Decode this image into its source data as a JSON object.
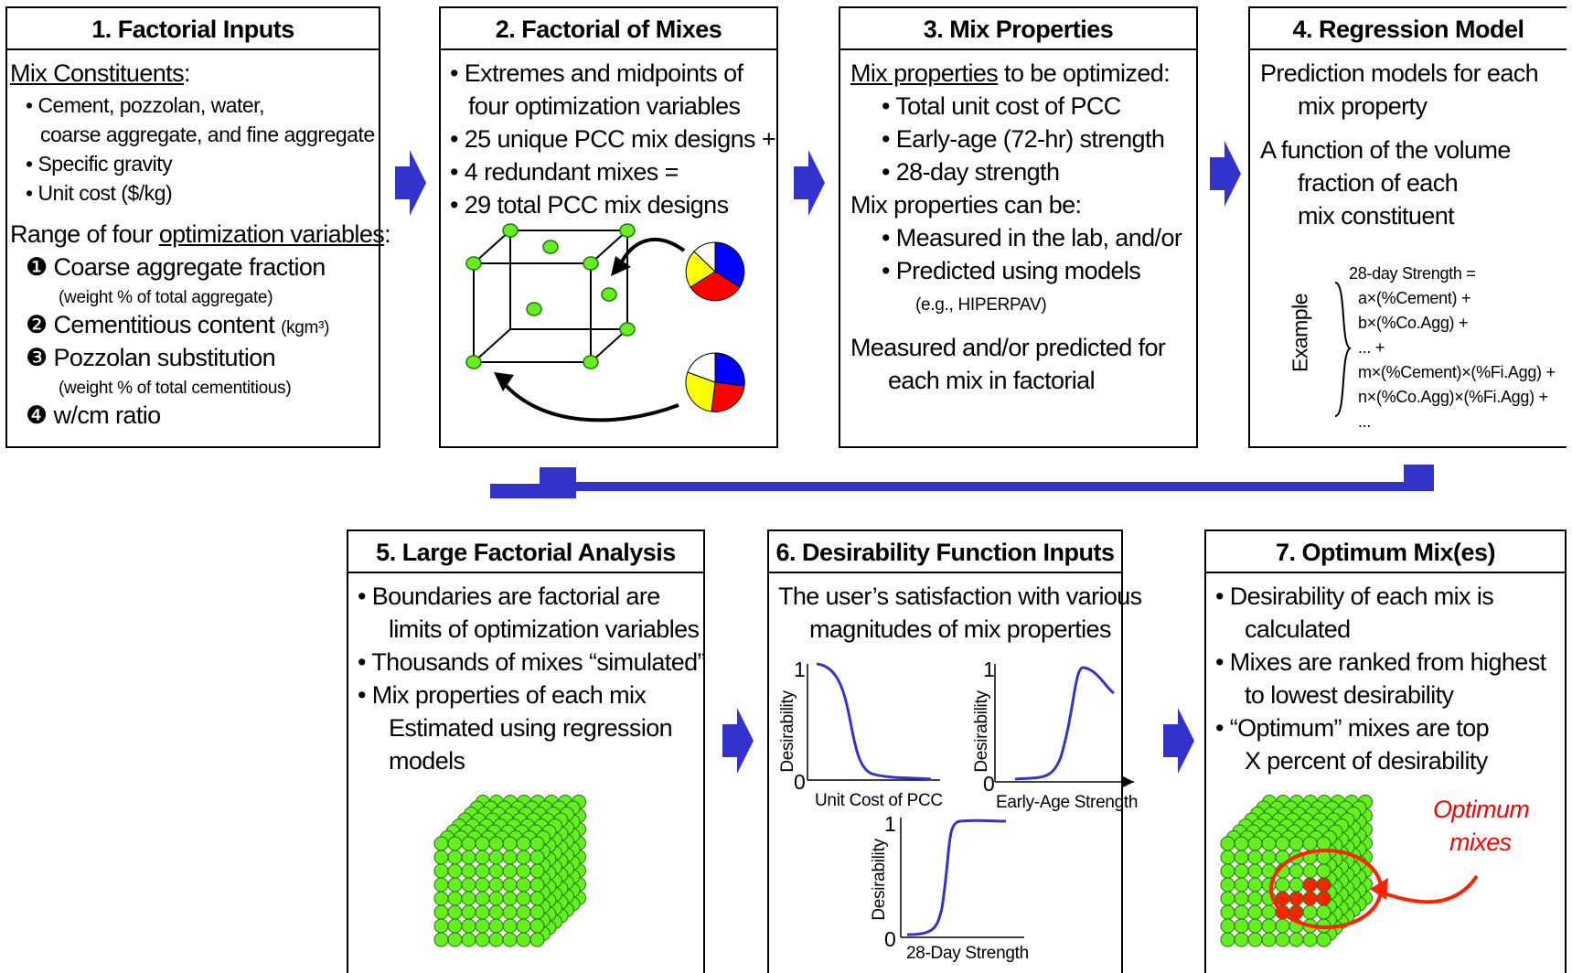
{
  "colors": {
    "arrow": "#3333cc",
    "sphere": "#66ee22",
    "sphere_edge": "#1a7a00",
    "curve": "#3333cc",
    "highlight": "#ff2200"
  },
  "box1": {
    "title": "1. Factorial Inputs",
    "constituents_label": "Mix Constituents",
    "constituents_colon": ":",
    "items": [
      "• Cement, pozzolan, water,",
      "coarse aggregate, and fine aggregate",
      "• Specific gravity",
      "• Unit cost ($/kg)"
    ],
    "range_prefix": "Range of four ",
    "range_link": "optimization variables",
    "range_suffix": ":",
    "vars": [
      {
        "bullet": "❶",
        "text": "Coarse aggregate fraction",
        "note": "(weight % of total aggregate)"
      },
      {
        "bullet": "❷",
        "text": "Cementitious content",
        "unit": "(kgm³)"
      },
      {
        "bullet": "❸",
        "text": "Pozzolan substitution",
        "note": "(weight % of total cementitious)"
      },
      {
        "bullet": "❹",
        "text": "w/cm ratio"
      }
    ]
  },
  "box2": {
    "title": "2. Factorial of Mixes",
    "lines": [
      "• Extremes and midpoints of",
      "four optimization variables",
      "• 25 unique PCC mix designs +",
      "• 4  redundant mixes =",
      "• 29 total PCC mix designs"
    ]
  },
  "box3": {
    "title": "3. Mix Properties",
    "props_label": "Mix properties",
    "props_suffix": " to be optimized:",
    "props": [
      "• Total unit cost of PCC",
      "• Early-age (72-hr) strength",
      "• 28-day strength"
    ],
    "can_be": "Mix properties can be:",
    "methods": [
      "• Measured in the lab, and/or",
      "• Predicted using models"
    ],
    "example": "(e.g., HIPERPAV)",
    "footer": [
      "Measured and/or predicted for",
      "each mix in factorial"
    ]
  },
  "box4": {
    "title": "4. Regression Model",
    "lines": [
      "Prediction models for each",
      "mix property",
      "A function of the volume",
      "fraction of each",
      "mix constituent"
    ],
    "example_label": "Example",
    "equation": [
      "28-day Strength =",
      "a×(%Cement) +",
      "b×(%Co.Agg) +",
      "... +",
      "m×(%Cement)×(%Fi.Agg) +",
      "n×(%Co.Agg)×(%Fi.Agg) +",
      "..."
    ]
  },
  "box5": {
    "title": "5. Large Factorial Analysis",
    "lines": [
      "• Boundaries are factorial are",
      "limits of optimization variables",
      "• Thousands of mixes “simulated”",
      "• Mix properties of each mix",
      "Estimated using regression",
      "models"
    ]
  },
  "box6": {
    "title": "6. Desirability Function Inputs",
    "lines": [
      "The user’s satisfaction with various",
      "magnitudes of mix properties"
    ],
    "ylabel": "Desirability",
    "y_top": "1",
    "y_bottom": "0",
    "charts": [
      "Unit Cost of PCC",
      "Early-Age Strength",
      "28-Day Strength"
    ]
  },
  "box7": {
    "title": "7. Optimum Mix(es)",
    "lines": [
      "• Desirability of each mix is",
      "calculated",
      "• Mixes are ranked from highest",
      "to lowest desirability",
      "• “Optimum” mixes are top",
      "X percent of desirability"
    ],
    "optimum_label": [
      "Optimum",
      "mixes"
    ]
  }
}
